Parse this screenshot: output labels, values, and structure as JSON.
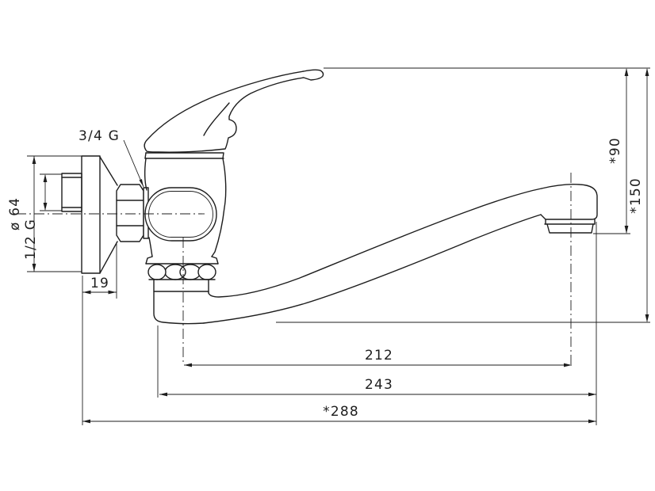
{
  "drawing": {
    "type": "technical-dimension-drawing",
    "subject": "wall-mounted single-lever sink mixer tap, side view",
    "background_color": "#ffffff",
    "line_color": "#1d1d1d",
    "labels": {
      "body_thread": "3/4 G",
      "flange_diameter": "ø 64",
      "inlet_thread": "1/2 G",
      "flange_depth": "19",
      "outlet_height": "*90",
      "overall_height": "*150",
      "outlet_reach": "212",
      "spout_reach": "243",
      "overall_reach": "*288"
    }
  }
}
